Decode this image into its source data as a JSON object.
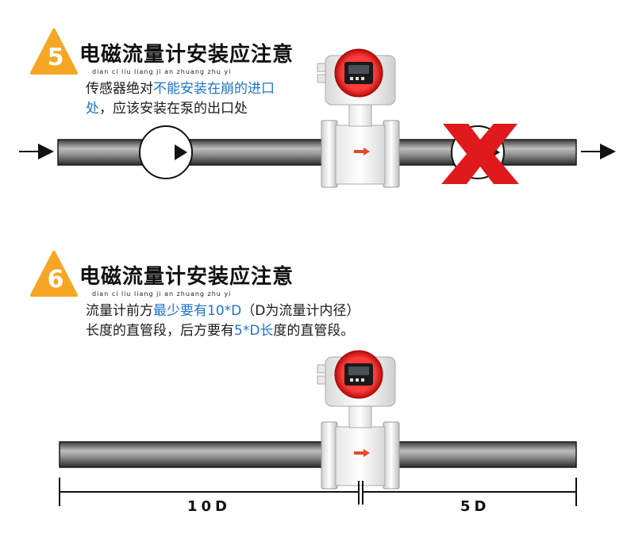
{
  "section5": {
    "number": "5",
    "title": "电磁流量计安装应注意",
    "pinyin": "dian ci liu liang ji an zhuang zhu yi",
    "desc_line1_normal": "传感器绝对",
    "desc_line1_highlight": "不能安装在崩的进口",
    "desc_line2_highlight": "处",
    "desc_line2_normal": "，应该安装在泵的出口处"
  },
  "section6": {
    "number": "6",
    "title": "电磁流量计安装应注意",
    "pinyin": "dian ci liu liang ji an zhuang zhu yi",
    "desc_line1_normal_a": "流量计前方",
    "desc_line1_highlight": "最少要有10*D",
    "desc_line1_normal_b": "（D为流量计内径）",
    "desc_line2_normal_a": "长度的直管段，后方要有",
    "desc_line2_highlight": "5*D长",
    "desc_line2_normal_b": "度的直管段。",
    "dim_left": "10D",
    "dim_right": "5D"
  },
  "colors": {
    "badge": "#f5a623",
    "highlight": "#1f73c7",
    "cross": "#e0191c",
    "meter_red": "#e02020"
  }
}
